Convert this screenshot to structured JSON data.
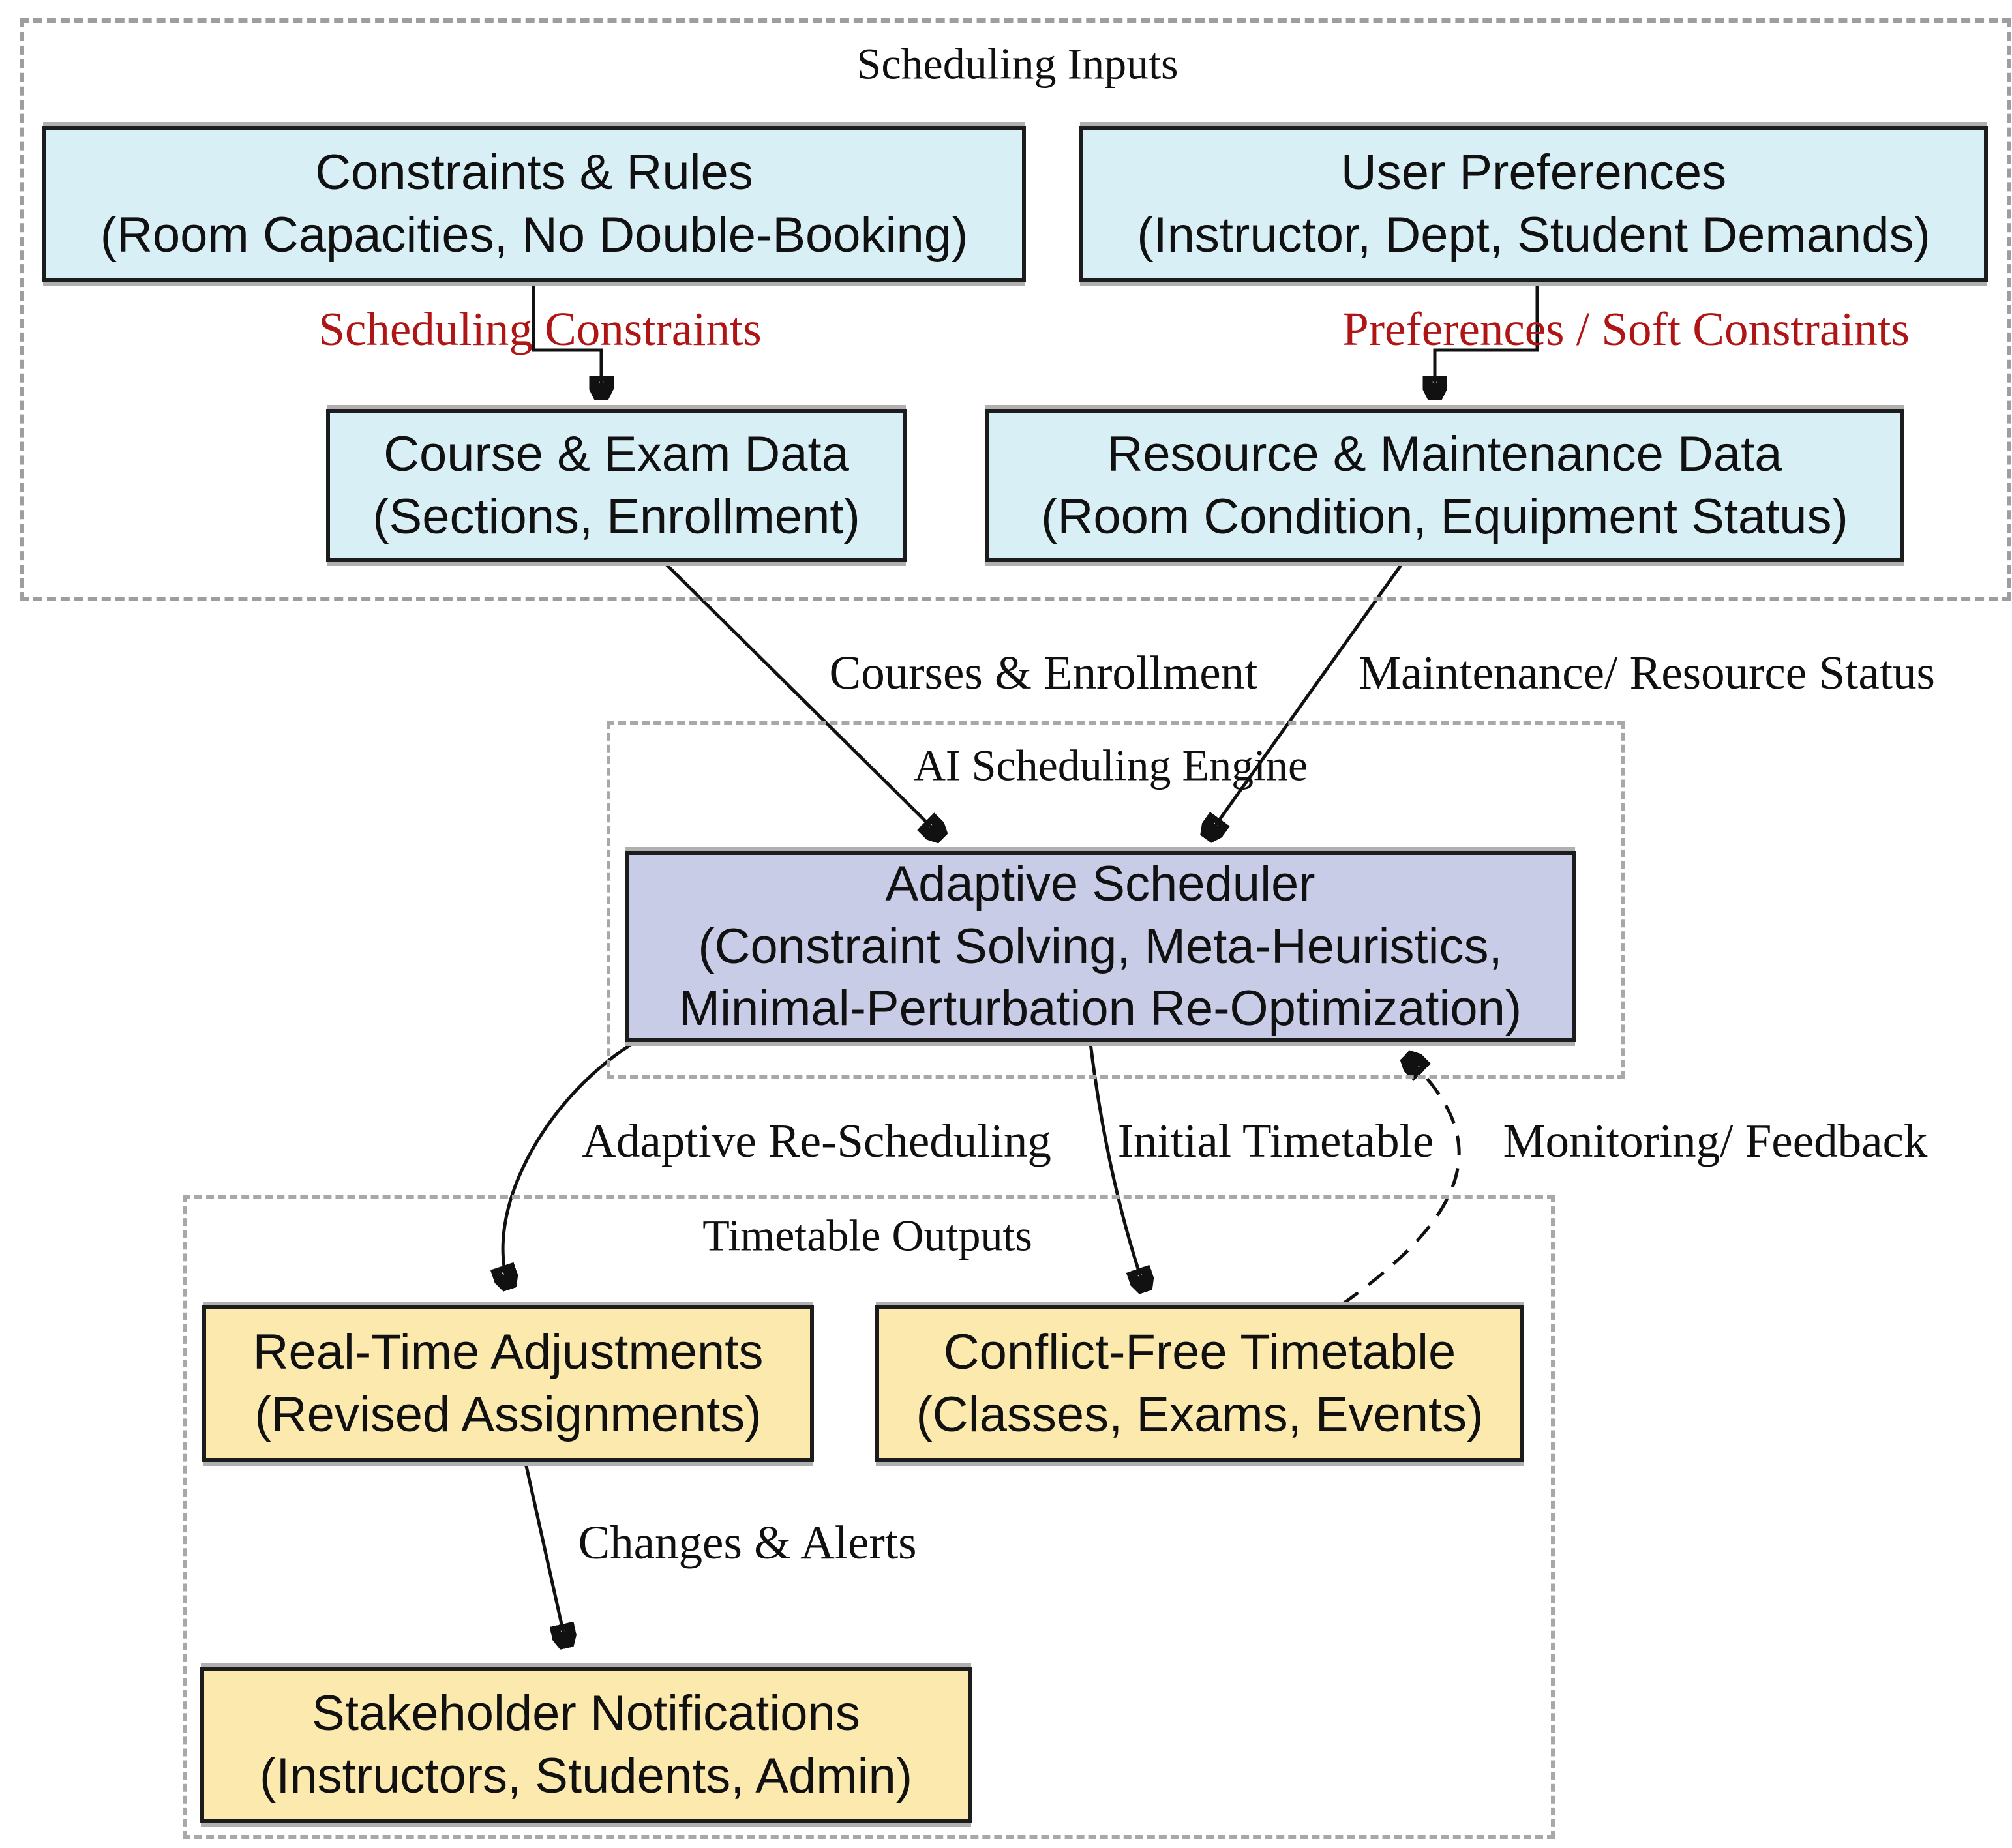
{
  "diagram": {
    "containers": {
      "inputs": {
        "title": "Scheduling Inputs"
      },
      "engine": {
        "title": "AI Scheduling Engine"
      },
      "outputs": {
        "title": "Timetable Outputs"
      }
    },
    "nodes": {
      "constraints": {
        "line1": "Constraints & Rules",
        "line2": "(Room Capacities, No Double-Booking)"
      },
      "preferences": {
        "line1": "User Preferences",
        "line2": "(Instructor, Dept, Student Demands)"
      },
      "course_exam": {
        "line1": "Course & Exam Data",
        "line2": "(Sections, Enrollment)"
      },
      "resource_maintenance": {
        "line1": "Resource & Maintenance Data",
        "line2": "(Room Condition, Equipment Status)"
      },
      "adaptive_scheduler": {
        "line1": "Adaptive Scheduler",
        "line2": "(Constraint Solving, Meta-Heuristics,",
        "line3": "Minimal-Perturbation Re-Optimization)"
      },
      "real_time": {
        "line1": "Real-Time Adjustments",
        "line2": "(Revised Assignments)"
      },
      "conflict_free": {
        "line1": "Conflict-Free Timetable",
        "line2": "(Classes, Exams, Events)"
      },
      "stakeholder": {
        "line1": "Stakeholder Notifications",
        "line2": "(Instructors, Students, Admin)"
      }
    },
    "edge_labels": {
      "scheduling_constraints": "Scheduling Constraints",
      "preferences_soft": "Preferences / Soft Constraints",
      "courses_enrollment": "Courses & Enrollment",
      "maintenance_status": "Maintenance/ Resource Status",
      "adaptive_rescheduling": "Adaptive Re-Scheduling",
      "initial_timetable": "Initial Timetable",
      "monitoring_feedback": "Monitoring/ Feedback",
      "changes_alerts": "Changes & Alerts"
    }
  },
  "colors": {
    "node-cyan": "#d9eff6",
    "node-purple": "#c8cce6",
    "node-yellow": "#fce9ae",
    "label-red": "#b01515",
    "edge-black": "#111111",
    "border-black": "#1c1c1c",
    "dash-gray": "#9e9e9e",
    "shadow-gray": "#b0b0b0",
    "text-black": "#111111"
  }
}
